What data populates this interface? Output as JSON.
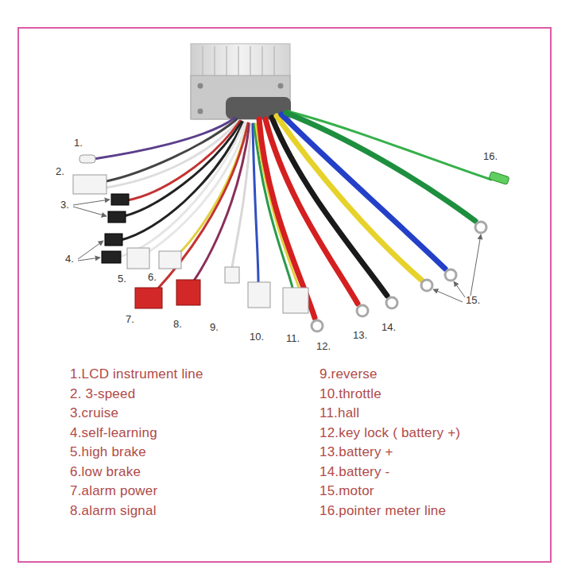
{
  "diagram": {
    "labels": [
      "1.",
      "2.",
      "3.",
      "4.",
      "5.",
      "6.",
      "7.",
      "8.",
      "9.",
      "10.",
      "11.",
      "12.",
      "13.",
      "14.",
      "15.",
      "16.",
      "1.LCD instrument line",
      "2. 3-speed",
      "3.cruise",
      "4.self-learning",
      "5.high brake",
      "6.low brake",
      "7.alarm power",
      "8.alarm signal",
      "9.reverse",
      "10.throttle",
      "11.hall",
      "12.key lock ( battery +)",
      "13.battery +",
      "14.battery -",
      "15.motor",
      "16.pointer meter line"
    ]
  }
}
